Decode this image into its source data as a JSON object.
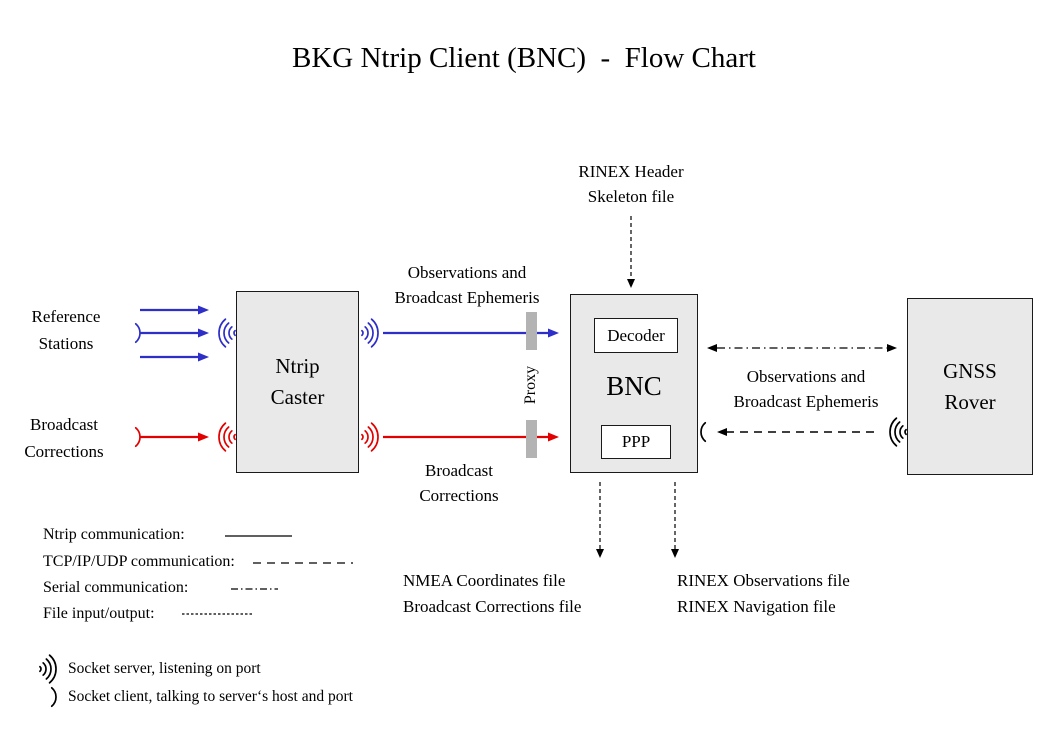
{
  "title": "BKG Ntrip Client (BNC)  -  Flow Chart",
  "colors": {
    "ntrip_blue": "#2e2ec8",
    "corrections_red": "#e30000",
    "black": "#000000",
    "box_fill": "#e9e9e9",
    "box_border": "#1a1a1a",
    "proxy_gray": "#b3b3b3"
  },
  "nodes": {
    "ntrip_caster": {
      "label": "Ntrip\nCaster"
    },
    "bnc": {
      "label": "BNC",
      "decoder_label": "Decoder",
      "ppp_label": "PPP"
    },
    "gnss_rover": {
      "label": "GNSS\nRover"
    },
    "proxy_label": "Proxy"
  },
  "labels": {
    "reference_stations": "Reference\nStations",
    "broadcast_corrections_input": "Broadcast\nCorrections",
    "observations_to_bnc": "Observations and\nBroadcast Ephemeris",
    "corrections_to_bnc": "Broadcast\nCorrections",
    "rinex_skeleton": "RINEX Header\nSkeleton file",
    "observations_to_rover": "Observations and\nBroadcast Ephemeris",
    "nmea_output": "NMEA Coordinates file\nBroadcast Corrections file",
    "rinex_output": "RINEX Observations file\nRINEX Navigation file"
  },
  "legend": {
    "items": [
      {
        "label": "Ntrip communication:",
        "style": "solid"
      },
      {
        "label": "TCP/IP/UDP communication:",
        "style": "dashed"
      },
      {
        "label": "Serial communication:",
        "style": "dash-dot"
      },
      {
        "label": "File input/output:",
        "style": "fine-dashed"
      }
    ],
    "socket_server": "Socket server, listening on port",
    "socket_client": "Socket client, talking to server‘s host and port"
  }
}
